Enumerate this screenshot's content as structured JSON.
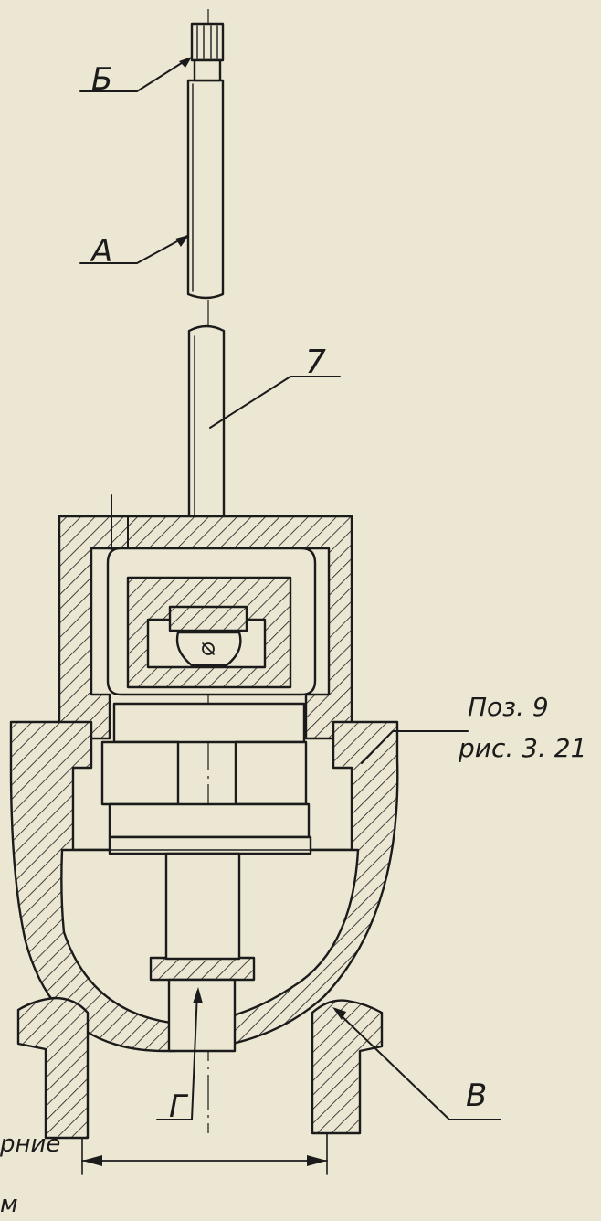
{
  "colors": {
    "paper": "#ece7d3",
    "ink": "#1b1b1b"
  },
  "labels": {
    "b": "Б",
    "a": "А",
    "part7": "7",
    "pos_line1": "Поз. 9",
    "pos_line2": "рис. 3. 21",
    "g": "Г",
    "v": "В",
    "dim_line1": "рние",
    "dim_line2": "м"
  }
}
